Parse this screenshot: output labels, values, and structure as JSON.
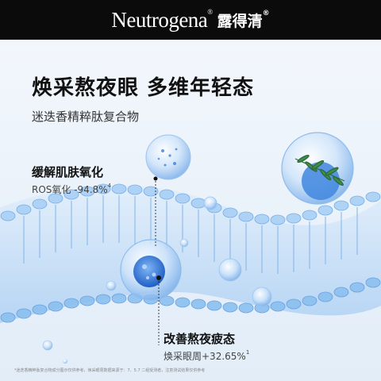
{
  "brand": {
    "name": "Neutrogena",
    "reg_mark": "®",
    "name_cn": "露得清",
    "name_cn_reg": "®"
  },
  "headline": "焕采熬夜眼 多维年轻态",
  "subhead": "迷迭香精粹肽复合物",
  "callouts": [
    {
      "title": "缓解肌肤氧化",
      "value": "ROS氧化 -94.8%",
      "sup": "4"
    },
    {
      "title": "改善熬夜疲态",
      "value": "焕采眼周+32.65%",
      "sup": "1"
    }
  ],
  "footnote": "*迷迭香精粹肽复合物成分图示仅供参考，焕采眼周数据来源于：7、5.7 二组受测者，注意测试结果仅供参考",
  "icons": [
    "rosemary-leaf-icon",
    "bubble-icon"
  ],
  "colors": {
    "top_bar": "#0b0b0b",
    "bubble_blue": "#2f74d8",
    "membrane_blue": "#9cc8f2"
  }
}
